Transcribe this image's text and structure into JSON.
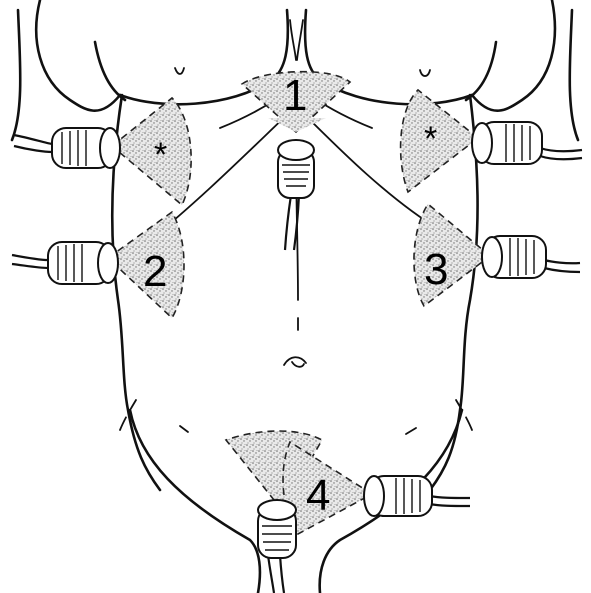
{
  "window_labels": {
    "window_1": "1",
    "window_2": "2",
    "window_3": "3",
    "window_4": "4"
  },
  "marks": {
    "right_upper_marker": "*",
    "left_upper_marker": "*"
  },
  "colors": {
    "ink": "#111111",
    "stipple": "#7a7a7a",
    "background": "#ffffff"
  }
}
